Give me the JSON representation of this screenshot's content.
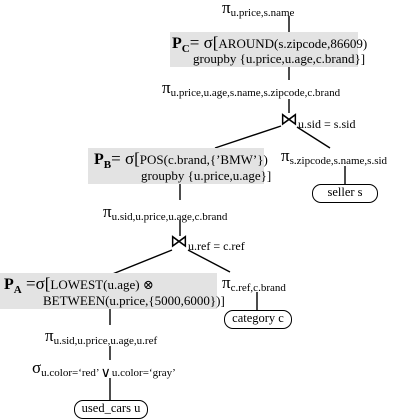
{
  "top_projection": {
    "symbol": "π",
    "attrs": "u.price,s.name"
  },
  "pc": {
    "label": "P",
    "label_sub": "C",
    "eq": "= σ[",
    "line1": "AROUND(s.zipcode,86609)",
    "line2": "groupby {u.price,u.age,c.brand}]"
  },
  "proj2": {
    "symbol": "π",
    "attrs": "u.price,u.age,s.name,s.zipcode,c.brand"
  },
  "join1": {
    "symbol": "⋈",
    "condition": "u.sid = s.sid"
  },
  "pb": {
    "label": "P",
    "label_sub": "B",
    "eq": "= σ[",
    "line1": "POS(c.brand,{’BMW’})",
    "line2": "groupby {u.price,u.age}]"
  },
  "proj_seller": {
    "symbol": "π",
    "attrs": "s.zipcode,s.name,s.sid"
  },
  "seller": {
    "label": "seller s"
  },
  "proj3": {
    "symbol": "π",
    "attrs": "u.sid,u.price,u.age,c.brand"
  },
  "join2": {
    "symbol": "⋈",
    "condition": "u.ref = c.ref"
  },
  "pa": {
    "label": "P",
    "label_sub": "A",
    "eq": " =σ[",
    "line1": "LOWEST(u.age) ⊗",
    "line2": "BETWEEN(u.price,{5000,6000})]"
  },
  "proj_cat": {
    "symbol": "π",
    "attrs": "c.ref,c.brand"
  },
  "category": {
    "label": "category c"
  },
  "proj4": {
    "symbol": "π",
    "attrs": "u.sid,u.price,u.age,u.ref"
  },
  "select": {
    "symbol": "σ",
    "left": "u.color=‘red’",
    "or": "∨",
    "right": "u.color=‘gray’"
  },
  "used_cars": {
    "label": "used_cars u"
  }
}
